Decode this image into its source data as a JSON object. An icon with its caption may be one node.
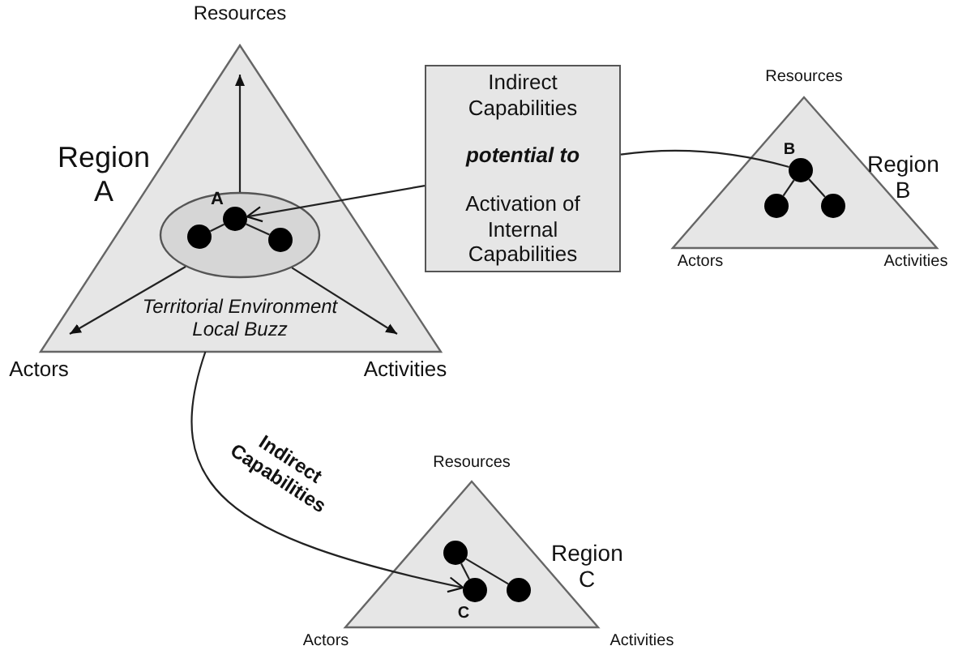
{
  "diagram": {
    "nodes": [
      {
        "text": [
          "Resources",
          "Region A",
          "Territorial Environment Local Buzz",
          "Actors",
          "Activities"
        ]
      },
      {
        "text": [],
        "shape": "ellipse",
        "in": 0
      },
      {
        "text": [
          "A"
        ],
        "in": 1
      },
      {
        "text": [],
        "shape": "circle",
        "in": 1
      },
      {
        "text": [],
        "shape": "circle",
        "in": 1
      },
      {
        "text": [
          "Indirect Capabilities",
          "potential to",
          "Activation of Internal Capabilities"
        ]
      },
      {
        "text": [
          "Resources",
          "Region B",
          "Actors",
          "Activities"
        ]
      },
      {
        "text": [
          "B"
        ],
        "in": 6
      },
      {
        "text": [],
        "shape": "circle",
        "in": 6
      },
      {
        "text": [],
        "shape": "circle",
        "in": 6
      },
      {
        "text": [
          "Resources",
          "Region C",
          "Actors",
          "Activities"
        ]
      },
      {
        "text": [],
        "shape": "circle",
        "in": 10
      },
      {
        "text": [
          "C"
        ],
        "in": 10
      },
      {
        "text": [],
        "shape": "circle",
        "in": 10
      }
    ],
    "edges": [
      {
        "from": 1,
        "to": null,
        "arrow": "to"
      },
      {
        "from": 1,
        "to": null,
        "arrow": "to"
      },
      {
        "from": 1,
        "to": null,
        "arrow": "to"
      },
      {
        "from": 2,
        "to": 3,
        "arrow": "none"
      },
      {
        "from": 2,
        "to": 4,
        "arrow": "none"
      },
      {
        "from": 5,
        "to": 2,
        "arrow": "to"
      },
      {
        "from": 7,
        "to": 5,
        "arrow": "none"
      },
      {
        "from": 7,
        "to": 8,
        "arrow": "none"
      },
      {
        "from": 7,
        "to": 9,
        "arrow": "none"
      },
      {
        "from": 0,
        "to": 12,
        "arrow": "to",
        "label": "Indirect Capabilities"
      },
      {
        "from": 11,
        "to": 12,
        "arrow": "none"
      },
      {
        "from": 11,
        "to": 13,
        "arrow": "none"
      }
    ]
  }
}
